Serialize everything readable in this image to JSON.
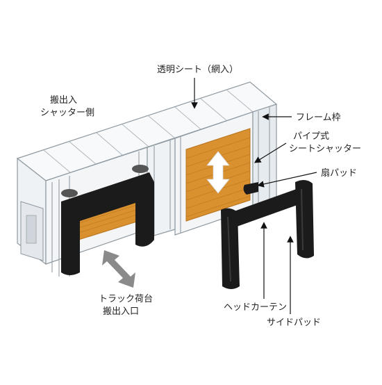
{
  "labels": {
    "transparent_sheet": "透明シート（網入）",
    "loading_side_line1": "搬出入",
    "loading_side_line2": "シャッター側",
    "frame_bar": "フレーム枠",
    "pipe_shutter_line1": "パイプ式",
    "pipe_shutter_line2": "シートシャッター",
    "fan_pad": "扇パッド",
    "truck_line1": "トラック荷台",
    "truck_line2": "搬出入口",
    "head_curtain": "ヘッドカーテン",
    "side_pad": "サイドパッド"
  },
  "colors": {
    "frame": "#f4f6f8",
    "frame_edge": "#9aa3ab",
    "glass": "#e9eef2",
    "shutter": "#d9902e",
    "shutter_line": "#b9731c",
    "pad": "#1b1b1b",
    "arrow_white": "#ffffff",
    "arrow_gray": "#8a8a8a"
  }
}
